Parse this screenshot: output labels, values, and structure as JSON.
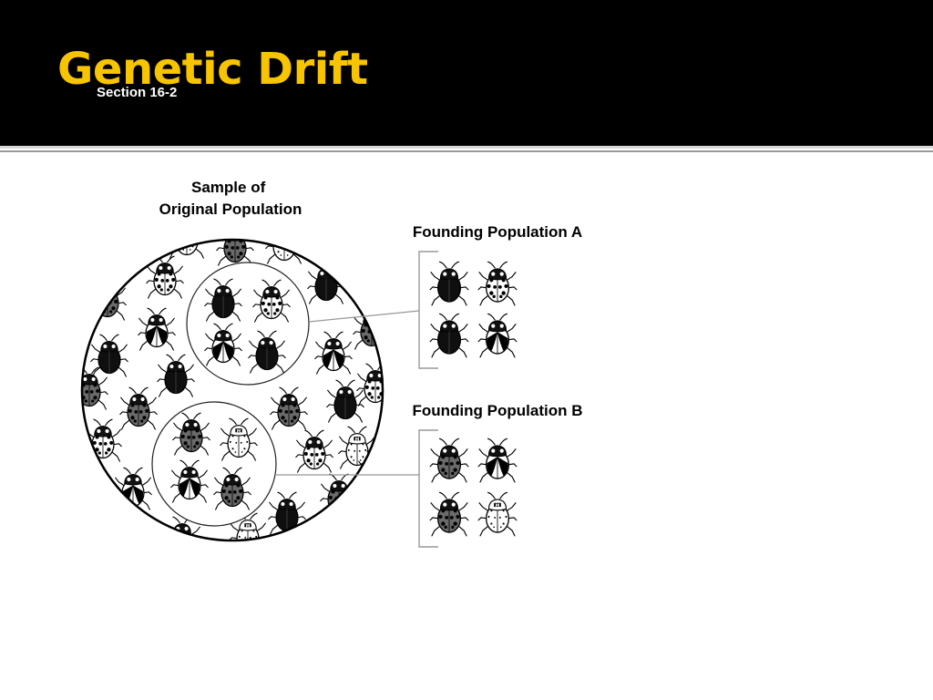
{
  "slide": {
    "title": "Genetic Drift",
    "subtitle": "Section 16-2"
  },
  "diagram": {
    "original_label": [
      "Sample of",
      "Original Population"
    ],
    "founding_a_label": "Founding Population A",
    "founding_b_label": "Founding Population B",
    "beetle_letter": "M"
  },
  "colors": {
    "header_bg": "#000000",
    "title": "#f6c400",
    "subtitle": "#ffffff"
  }
}
